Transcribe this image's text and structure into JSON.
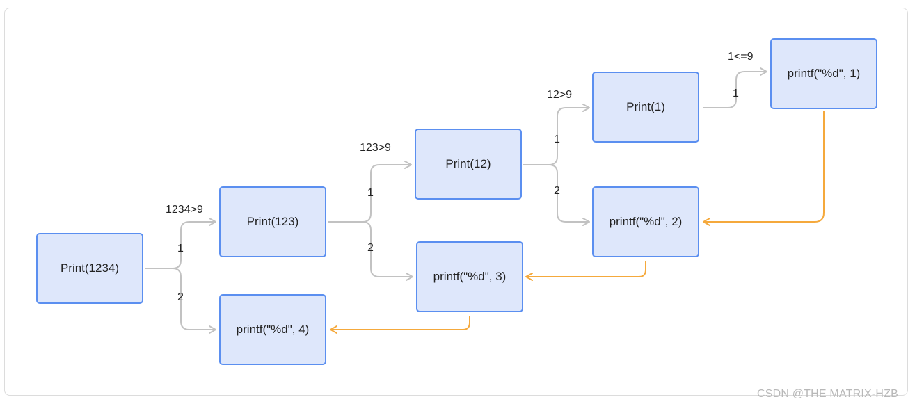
{
  "nodes": {
    "print_1234": "Print(1234)",
    "print_123": "Print(123)",
    "print_12": "Print(12)",
    "print_1": "Print(1)",
    "printf_1": "printf(\"%d\", 1)",
    "printf_2": "printf(\"%d\", 2)",
    "printf_3": "printf(\"%d\", 3)",
    "printf_4": "printf(\"%d\", 4)"
  },
  "conditions": {
    "c1234": "1234>9",
    "c123": "123>9",
    "c12": "12>9",
    "c1": "1<=9"
  },
  "steps": {
    "a1": "1",
    "a2": "2",
    "b1": "1",
    "b2": "2",
    "c1": "1",
    "c2": "2",
    "d1": "1"
  },
  "colors": {
    "call_arrow": "#c2c2c2",
    "return_arrow": "#f5a93c",
    "node_fill": "#dee7fb",
    "node_border": "#5b8ff0"
  },
  "watermark": "CSDN @THE MATRIX-HZB"
}
